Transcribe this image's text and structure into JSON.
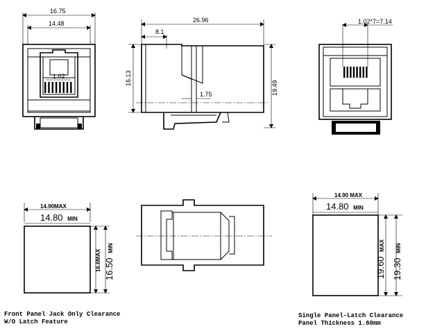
{
  "dimensions": {
    "front_width_outer": "16.75",
    "front_width_inner": "14.48",
    "front_contact_pitch": "1.02",
    "side_length": "26.96",
    "side_latch": "8.1",
    "side_height_body": "16.13",
    "side_height_total": "19.49",
    "side_wall": "1.75",
    "rear_pitch_span": "1.02*7=7.14",
    "cutout1_width_max": "14.90MAX",
    "cutout1_width_min_value": "14.80",
    "cutout1_width_min_unit": "MIN",
    "cutout1_height_max": "16.6MAX",
    "cutout1_height_min_value": "16.50",
    "cutout1_height_min_unit": "MIN",
    "cutout2_width_max": "14.90 MAX",
    "cutout2_width_min_value": "14.80",
    "cutout2_width_min_unit": "MIN",
    "cutout2_height_max_value": "19.60",
    "cutout2_height_max_unit": "MAX",
    "cutout2_height_min_value": "19.30",
    "cutout2_height_min_unit": "MIN"
  },
  "captions": {
    "left_line1": "Front Panel Jack Only Clearance",
    "left_line2": "W/O Latch Feature",
    "right_line1": "Single Panel-Latch Clearance",
    "right_line2": "Panel Thickness 1.60mm"
  }
}
